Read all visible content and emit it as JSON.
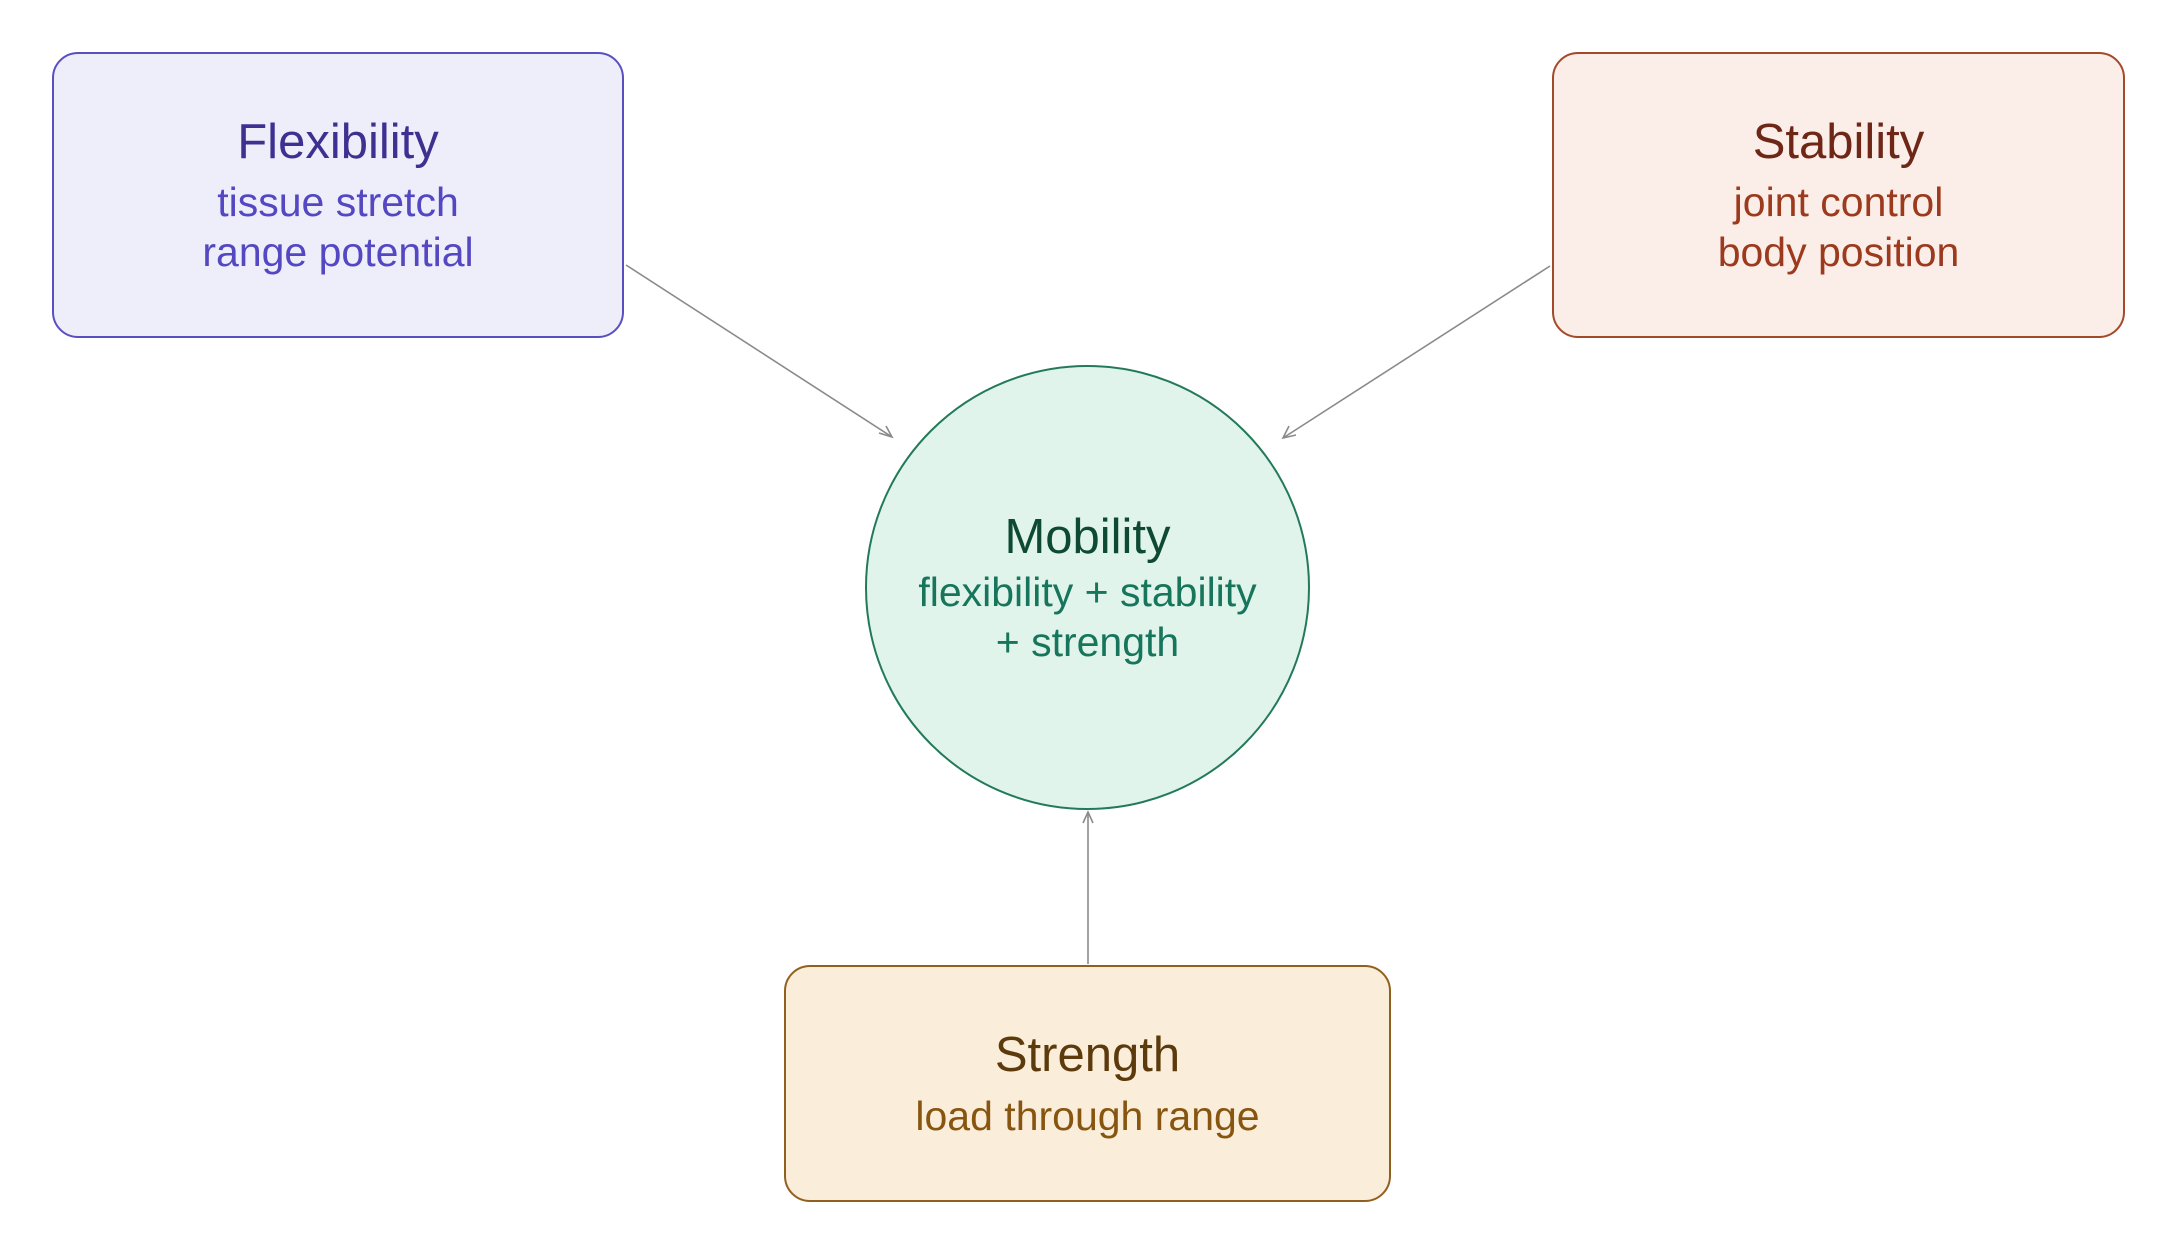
{
  "diagram": {
    "center": {
      "title": "Mobility",
      "lines": [
        "flexibility + stability",
        "+ strength"
      ]
    },
    "inputs": [
      {
        "id": "flexibility",
        "title": "Flexibility",
        "lines": [
          "tissue stretch",
          "range potential"
        ]
      },
      {
        "id": "stability",
        "title": "Stability",
        "lines": [
          "joint control",
          "body position"
        ]
      },
      {
        "id": "strength",
        "title": "Strength",
        "lines": [
          "load through range"
        ]
      }
    ],
    "edges": [
      {
        "from": "flexibility",
        "to": "mobility"
      },
      {
        "from": "stability",
        "to": "mobility"
      },
      {
        "from": "strength",
        "to": "mobility"
      }
    ],
    "colors": {
      "flexibility_fill": "#eeeefb",
      "flexibility_stroke": "#5a4fc0",
      "stability_fill": "#fbede8",
      "stability_stroke": "#a34a2a",
      "strength_fill": "#faeedb",
      "strength_stroke": "#91601f",
      "mobility_fill": "#e0f4ec",
      "mobility_stroke": "#237a5b",
      "connector": "#8a8a8a"
    }
  }
}
